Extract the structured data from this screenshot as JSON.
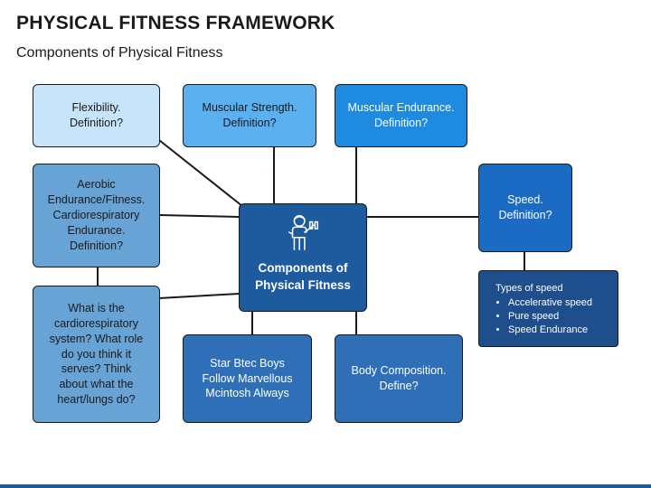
{
  "title": "PHYSICAL FITNESS FRAMEWORK",
  "subtitle": "Components of Physical Fitness",
  "center": {
    "label": "Components of\nPhysical Fitness",
    "icon": "fitness-person-icon"
  },
  "boxes": {
    "flexibility": "Flexibility.\nDefinition?",
    "muscular_strength": "Muscular Strength.\nDefinition?",
    "muscular_endurance": "Muscular Endurance.\nDefinition?",
    "aerobic": "Aerobic\nEndurance/Fitness.\nCardiorespiratory\nEndurance.\nDefinition?",
    "speed": "Speed.\nDefinition?",
    "cardio_question": "What is the\ncardiorespiratory\nsystem? What role\ndo you think it\nserves? Think\nabout what the\nheart/lungs do?",
    "mnemonic": "Star Btec Boys\nFollow Marvellous\nMcintosh Always",
    "body_composition": "Body Composition.\nDefine?"
  },
  "speed_types": {
    "header": "Types of speed",
    "items": [
      "Accelerative speed",
      "Pure speed",
      "Speed Endurance"
    ]
  },
  "colors": {
    "center": "#1e5a9e",
    "lightest": "#c7e4fb",
    "accent": "#1e8be0",
    "dark": "#1f4e8c"
  }
}
